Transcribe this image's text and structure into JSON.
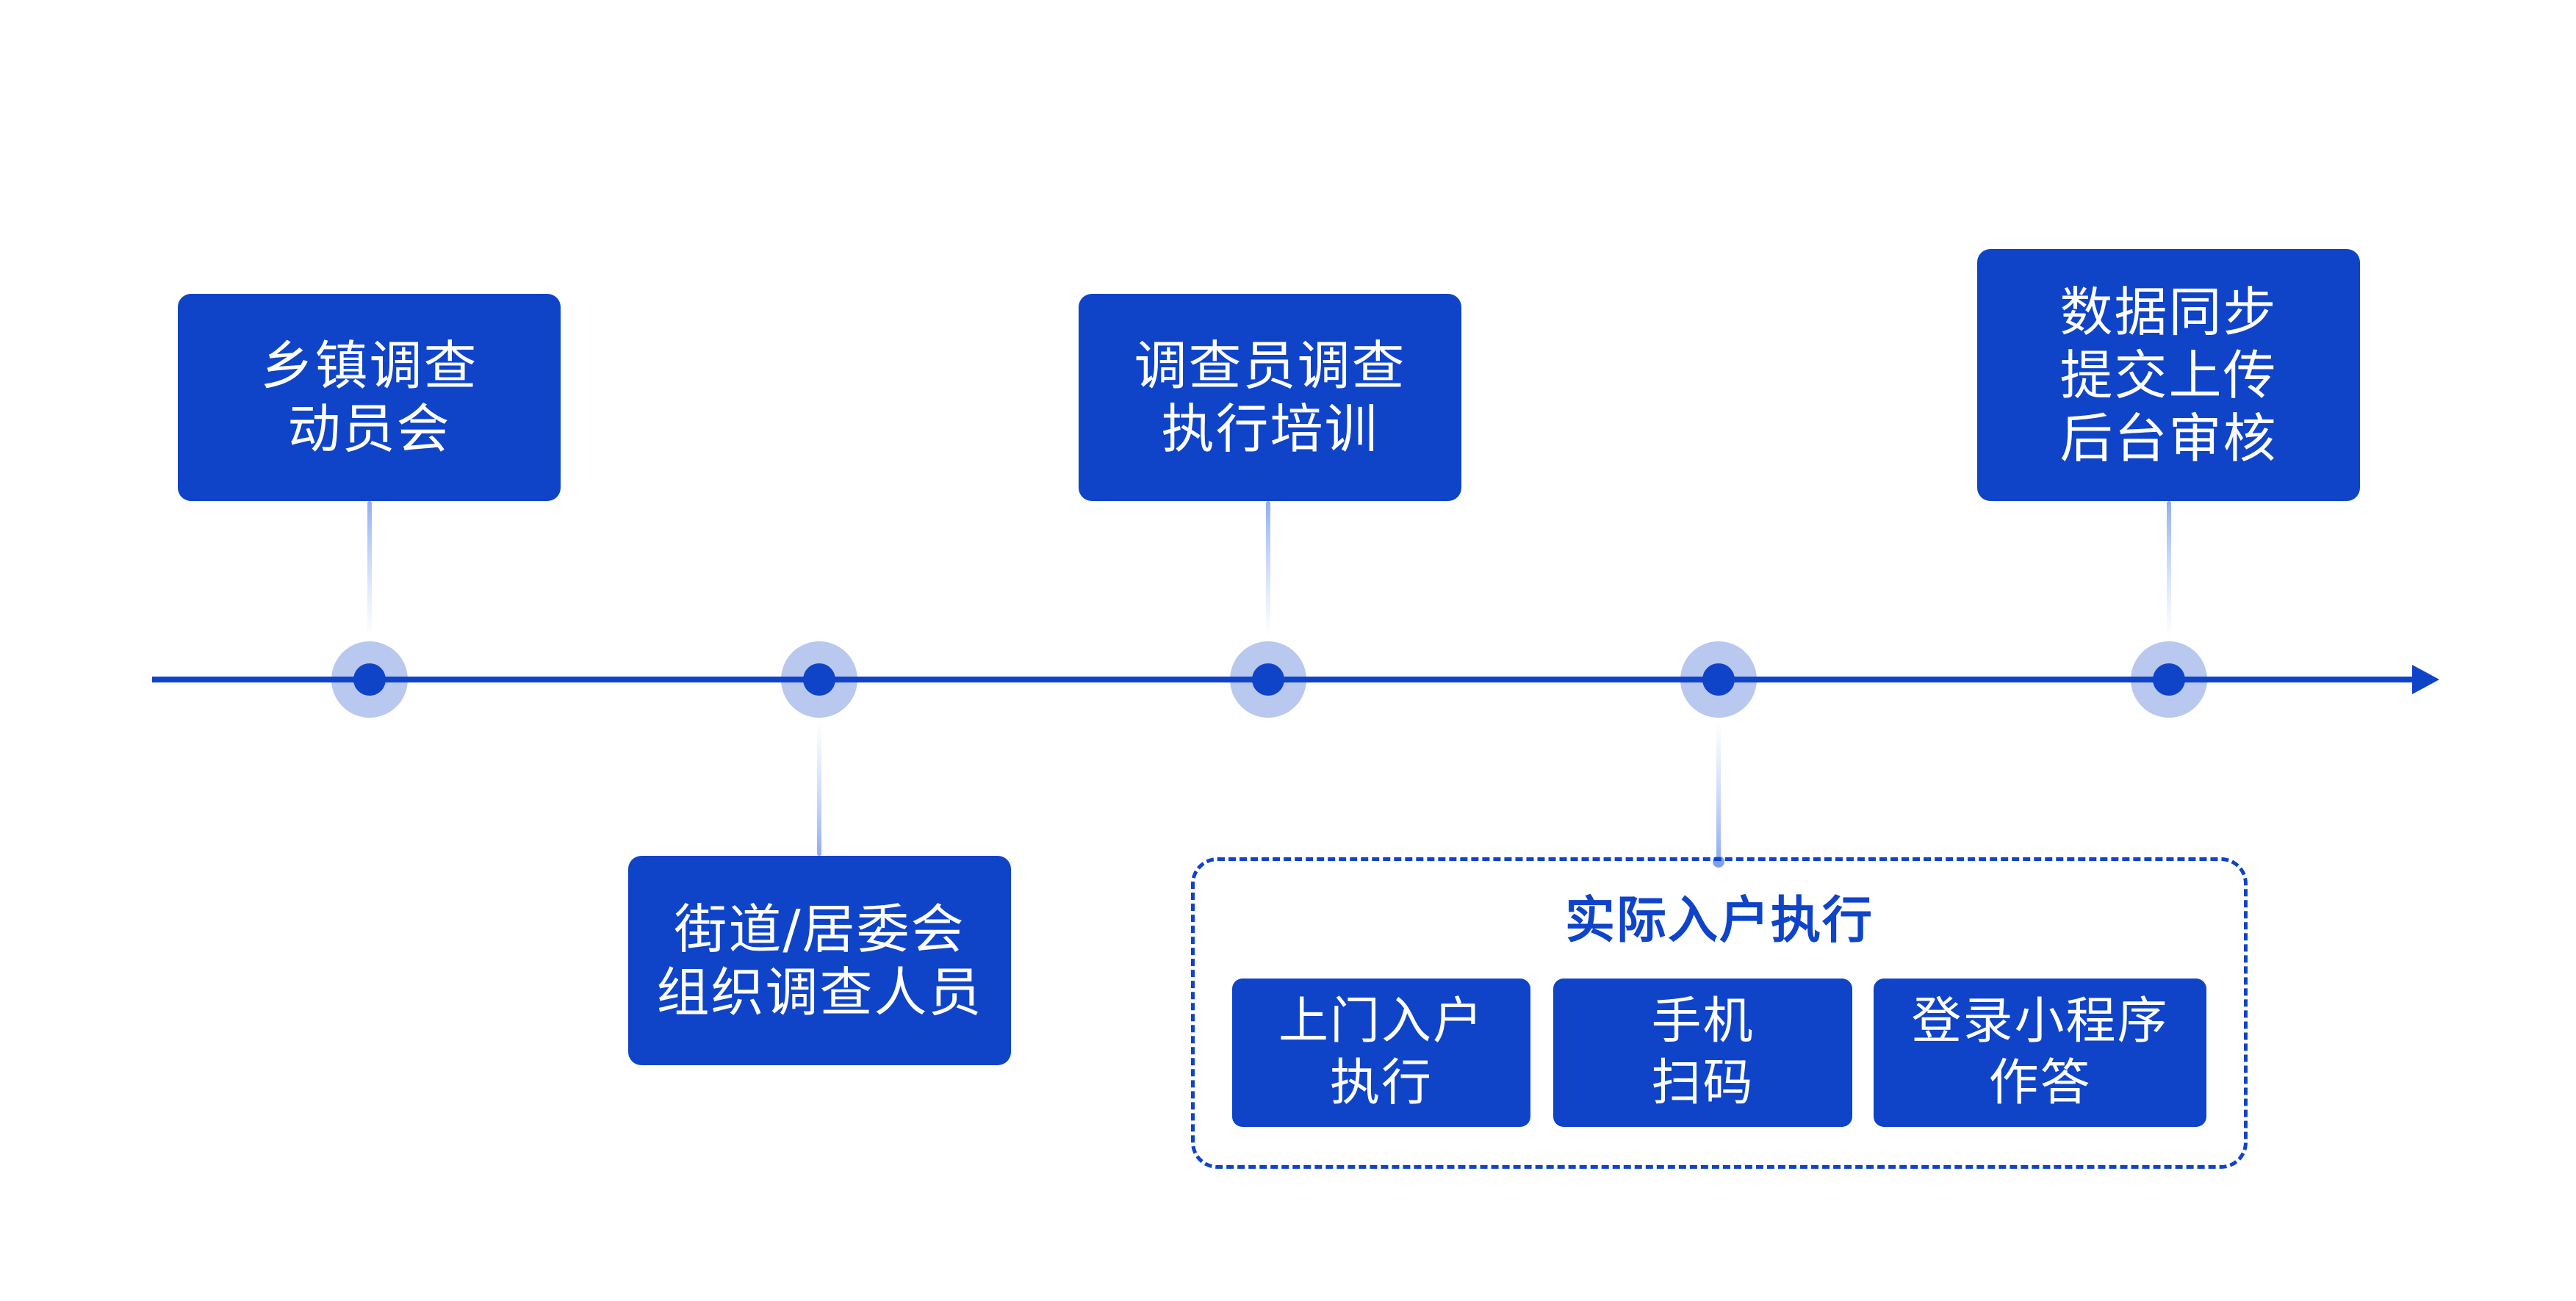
{
  "diagram": {
    "type": "horizontal-timeline",
    "colors": {
      "primary": "#0f44c9",
      "halo": "#b8c8ef",
      "connector_light": "#8fadf5",
      "background": "#ffffff",
      "text_on_primary": "#ffffff"
    },
    "stages": [
      {
        "id": "s1",
        "position": "above",
        "lines": [
          "乡镇调查",
          "动员会"
        ]
      },
      {
        "id": "s2",
        "position": "below",
        "lines": [
          "街道/居委会",
          "组织调查人员"
        ]
      },
      {
        "id": "s3",
        "position": "above",
        "lines": [
          "调查员调查",
          "执行培训"
        ]
      },
      {
        "id": "s4",
        "position": "below",
        "group": true
      },
      {
        "id": "s5",
        "position": "above",
        "lines": [
          "数据同步",
          "提交上传",
          "后台审核"
        ]
      }
    ],
    "group": {
      "title": "实际入户执行",
      "items": [
        {
          "lines": [
            "上门入户",
            "执行"
          ]
        },
        {
          "lines": [
            "手机",
            "扫码"
          ]
        },
        {
          "lines": [
            "登录小程序",
            "作答"
          ]
        }
      ]
    },
    "axis_end_marker": "arrow-right-icon"
  }
}
